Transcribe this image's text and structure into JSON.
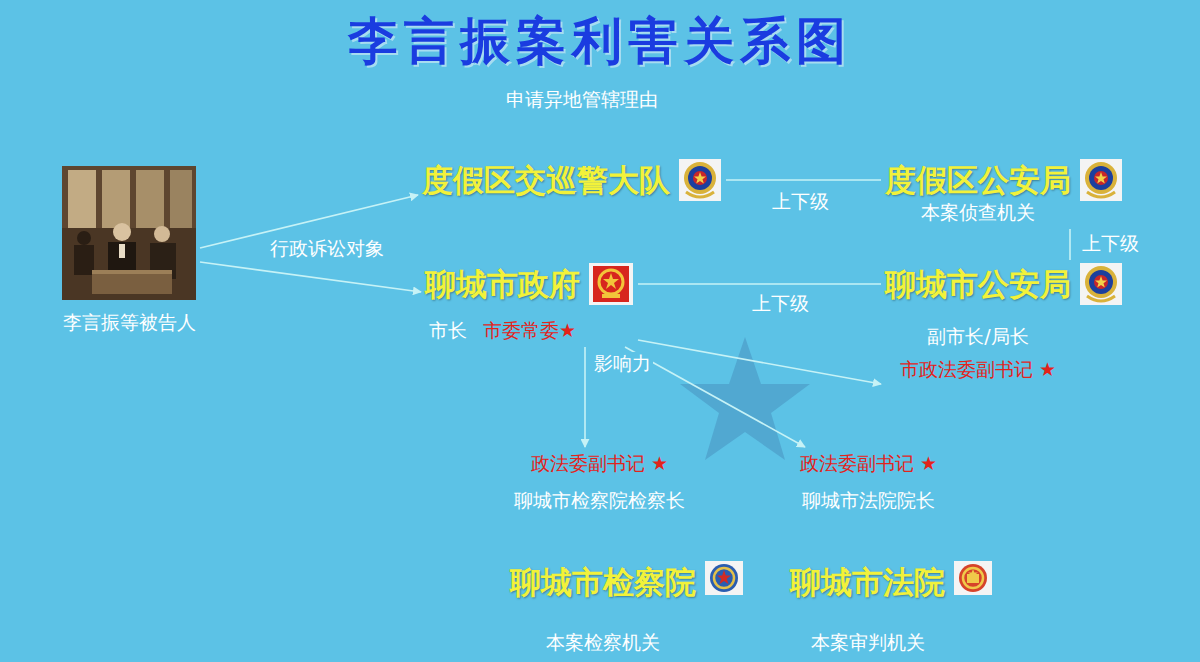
{
  "diagram": {
    "title": "李言振案利害关系图",
    "nodes": [
      {
        "text": [
          "李言振等被告人"
        ]
      },
      {
        "text": [
          "度假区交巡警大队"
        ]
      },
      {
        "text": [
          "度假区公安局",
          "本案侦查机关"
        ]
      },
      {
        "text": [
          "聊城市政府",
          "市长",
          "市委常委★"
        ]
      },
      {
        "text": [
          "聊城市公安局",
          "副市长/局长",
          "市政法委副书记 ★"
        ]
      },
      {
        "text": [
          "政法委副书记 ★",
          "聊城市检察院检察长"
        ]
      },
      {
        "text": [
          "政法委副书记 ★",
          "聊城市法院院长"
        ]
      },
      {
        "text": [
          "聊城市检察院",
          "本案检察机关"
        ]
      },
      {
        "text": [
          "聊城市法院",
          "本案审判机关"
        ]
      }
    ],
    "edges": [
      {
        "from": 0,
        "to": 1,
        "arrow": "to",
        "label": "行政诉讼对象"
      },
      {
        "from": 0,
        "to": 3,
        "arrow": "to"
      },
      {
        "from": 1,
        "to": 2,
        "arrow": "none",
        "label": "上下级"
      },
      {
        "from": 2,
        "to": 4,
        "arrow": "none",
        "label": "上下级"
      },
      {
        "from": 3,
        "to": 4,
        "arrow": "none",
        "label": "上下级"
      },
      {
        "from": 3,
        "to": 4,
        "arrow": "to",
        "label": "影响力"
      },
      {
        "from": 3,
        "to": 5,
        "arrow": "to"
      },
      {
        "from": 3,
        "to": 6,
        "arrow": "to"
      }
    ],
    "labels": [
      "申请异地管辖理由"
    ]
  }
}
